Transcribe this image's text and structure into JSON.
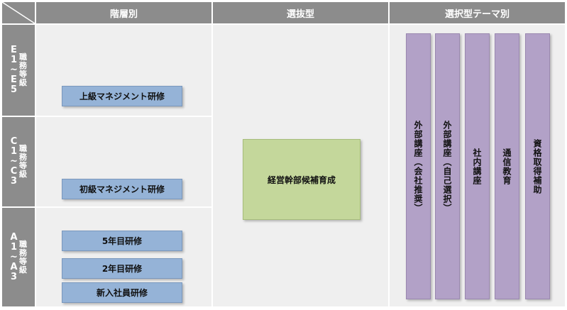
{
  "header": {
    "tier": "階層別",
    "selection": "選抜型",
    "theme": "選択型テーマ別"
  },
  "rows": [
    {
      "code": [
        "E",
        "1",
        "~",
        "E",
        "5"
      ],
      "grade": [
        "職",
        "務",
        "等",
        "級"
      ]
    },
    {
      "code": [
        "C",
        "1",
        "~",
        "C",
        "3"
      ],
      "grade": [
        "職",
        "務",
        "等",
        "級"
      ]
    },
    {
      "code": [
        "A",
        "1",
        "~",
        "A",
        "3"
      ],
      "grade": [
        "職",
        "務",
        "等",
        "級"
      ]
    }
  ],
  "tier_programs": {
    "upper_mgmt": "上級マネジメント研修",
    "junior_mgmt": "初級マネジメント研修",
    "year5": "5年目研修",
    "year2": "2年目研修",
    "new_hire": "新入社員研修"
  },
  "selection_program": "経営幹部候補育成",
  "theme_programs": [
    "外部講座（会社推奨）",
    "外部講座（自己選択）",
    "社内講座",
    "通信教育",
    "資格取得補助"
  ],
  "colors": {
    "header_gray": "#8c8c8c",
    "panel": "#efefef",
    "blue_box": "#95b3d7",
    "green_box": "#c4d79b",
    "purple_bar": "#b2a1c7"
  }
}
